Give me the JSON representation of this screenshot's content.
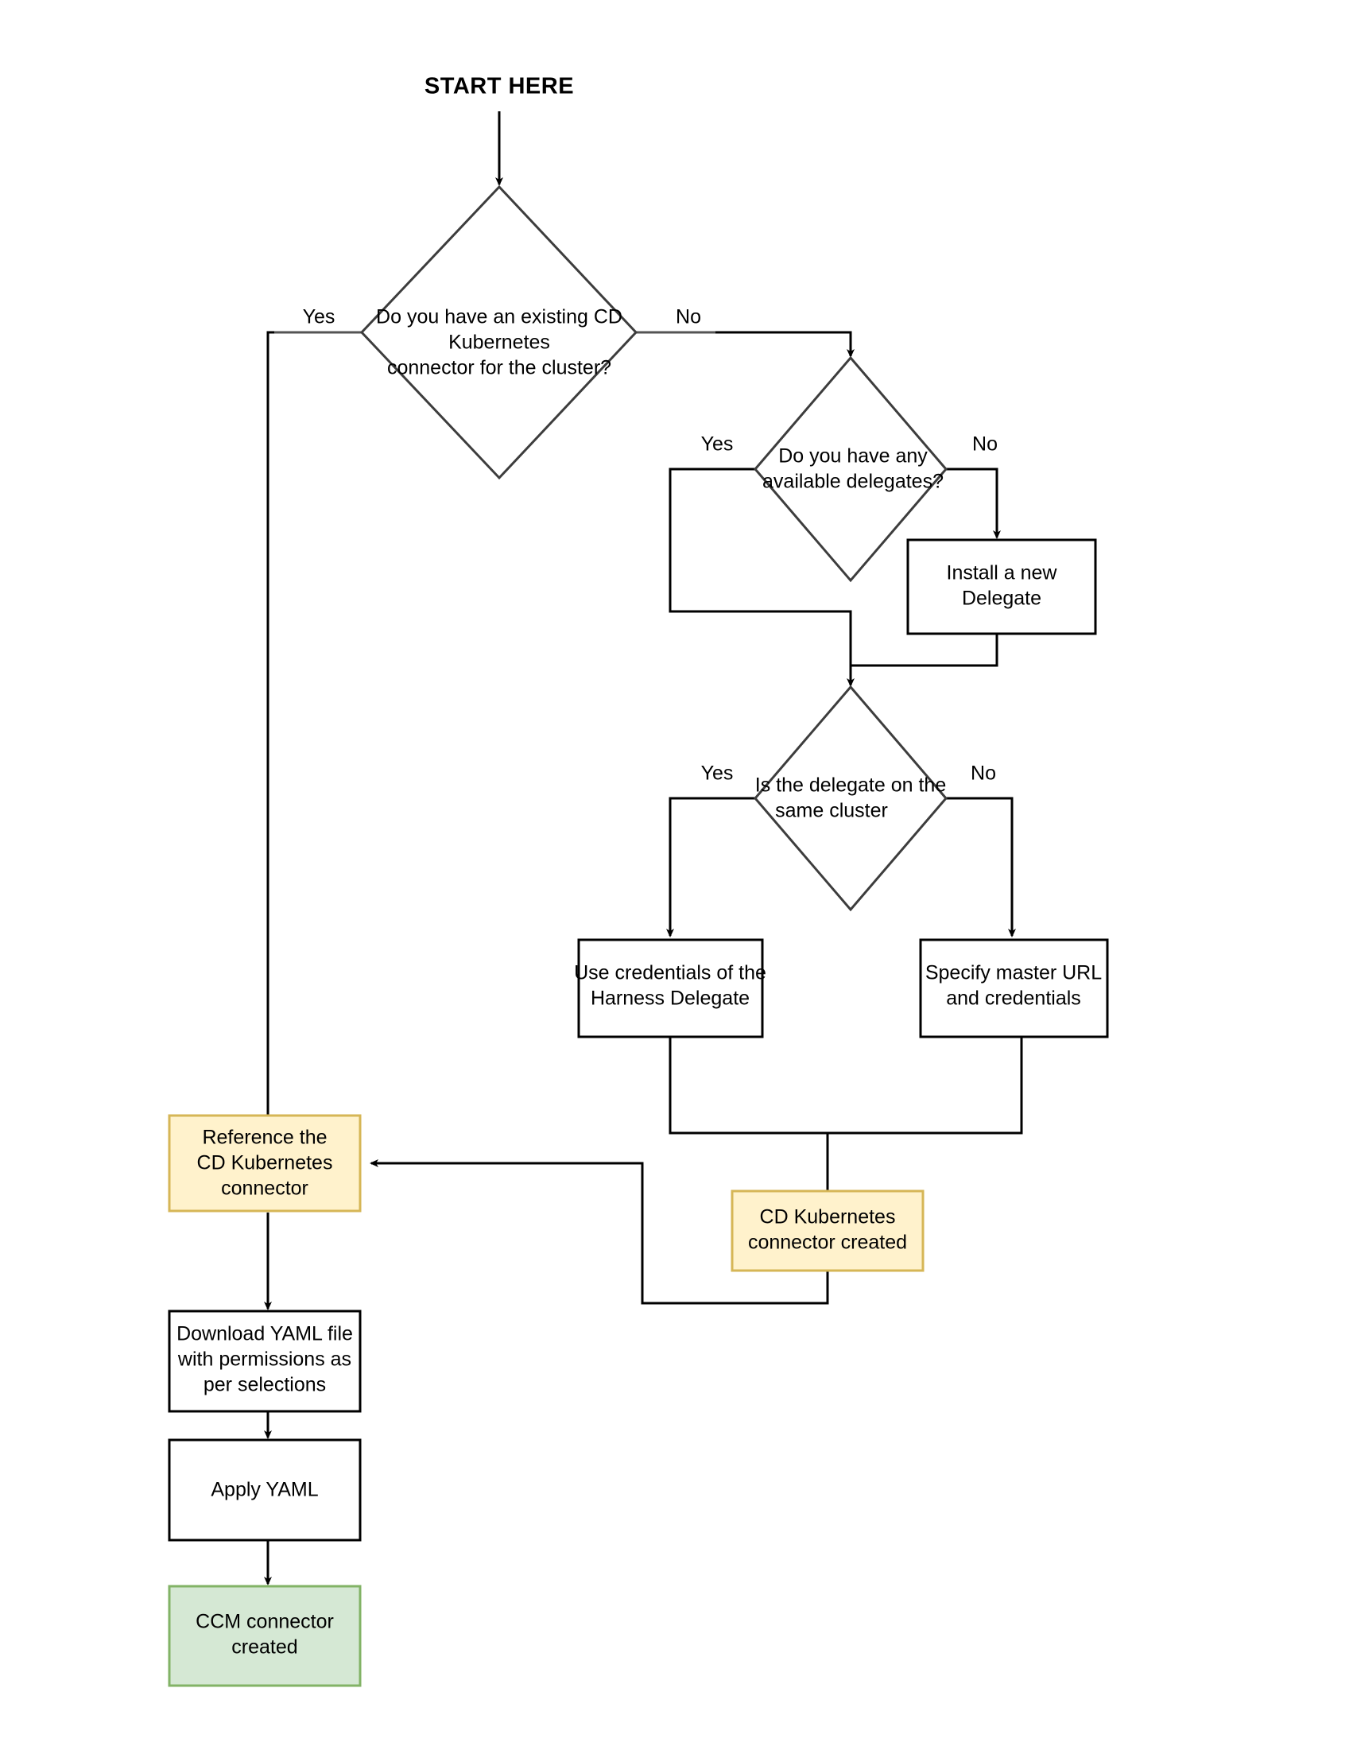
{
  "diagram": {
    "title": "CCM Kubernetes connector creation flowchart",
    "start_label": "START HERE",
    "colors": {
      "yellow_fill": "#fff2cc",
      "yellow_stroke": "#d6b656",
      "green_fill": "#d5e8d4",
      "green_stroke": "#82b366",
      "box_stroke": "#000000",
      "diamond_stroke": "#3d3d3d",
      "edge": "#000000",
      "background": "#ffffff"
    },
    "nodes": [
      {
        "id": "start",
        "type": "start-label",
        "text": "START HERE"
      },
      {
        "id": "q1",
        "type": "decision",
        "lines": [
          "Do you have an existing CD",
          "Kubernetes",
          "connector for the cluster?"
        ]
      },
      {
        "id": "q2",
        "type": "decision",
        "lines": [
          "Do you have any",
          "available delegates?"
        ]
      },
      {
        "id": "q3",
        "type": "decision",
        "lines": [
          "Is the delegate on the",
          "same cluster"
        ]
      },
      {
        "id": "install-delegate",
        "type": "process",
        "lines": [
          "Install a new",
          "Delegate"
        ]
      },
      {
        "id": "use-credentials",
        "type": "process",
        "lines": [
          "Use credentials of the",
          "Harness Delegate"
        ]
      },
      {
        "id": "specify-master-url",
        "type": "process",
        "lines": [
          "Specify master URL",
          "and credentials"
        ]
      },
      {
        "id": "cd-connector-created",
        "type": "highlight-yellow",
        "lines": [
          "CD Kubernetes",
          "connector created"
        ]
      },
      {
        "id": "reference-connector",
        "type": "highlight-yellow",
        "lines": [
          "Reference the",
          "CD Kubernetes",
          "connector"
        ]
      },
      {
        "id": "download-yaml",
        "type": "process",
        "lines": [
          "Download YAML file",
          "with permissions as",
          "per selections"
        ]
      },
      {
        "id": "apply-yaml",
        "type": "process",
        "lines": [
          "Apply YAML"
        ]
      },
      {
        "id": "ccm-connector-created",
        "type": "highlight-green",
        "lines": [
          "CCM connector",
          "created"
        ]
      }
    ],
    "edge_labels": {
      "q1_yes": "Yes",
      "q1_no": "No",
      "q2_yes": "Yes",
      "q2_no": "No",
      "q3_yes": "Yes",
      "q3_no": "No"
    }
  }
}
